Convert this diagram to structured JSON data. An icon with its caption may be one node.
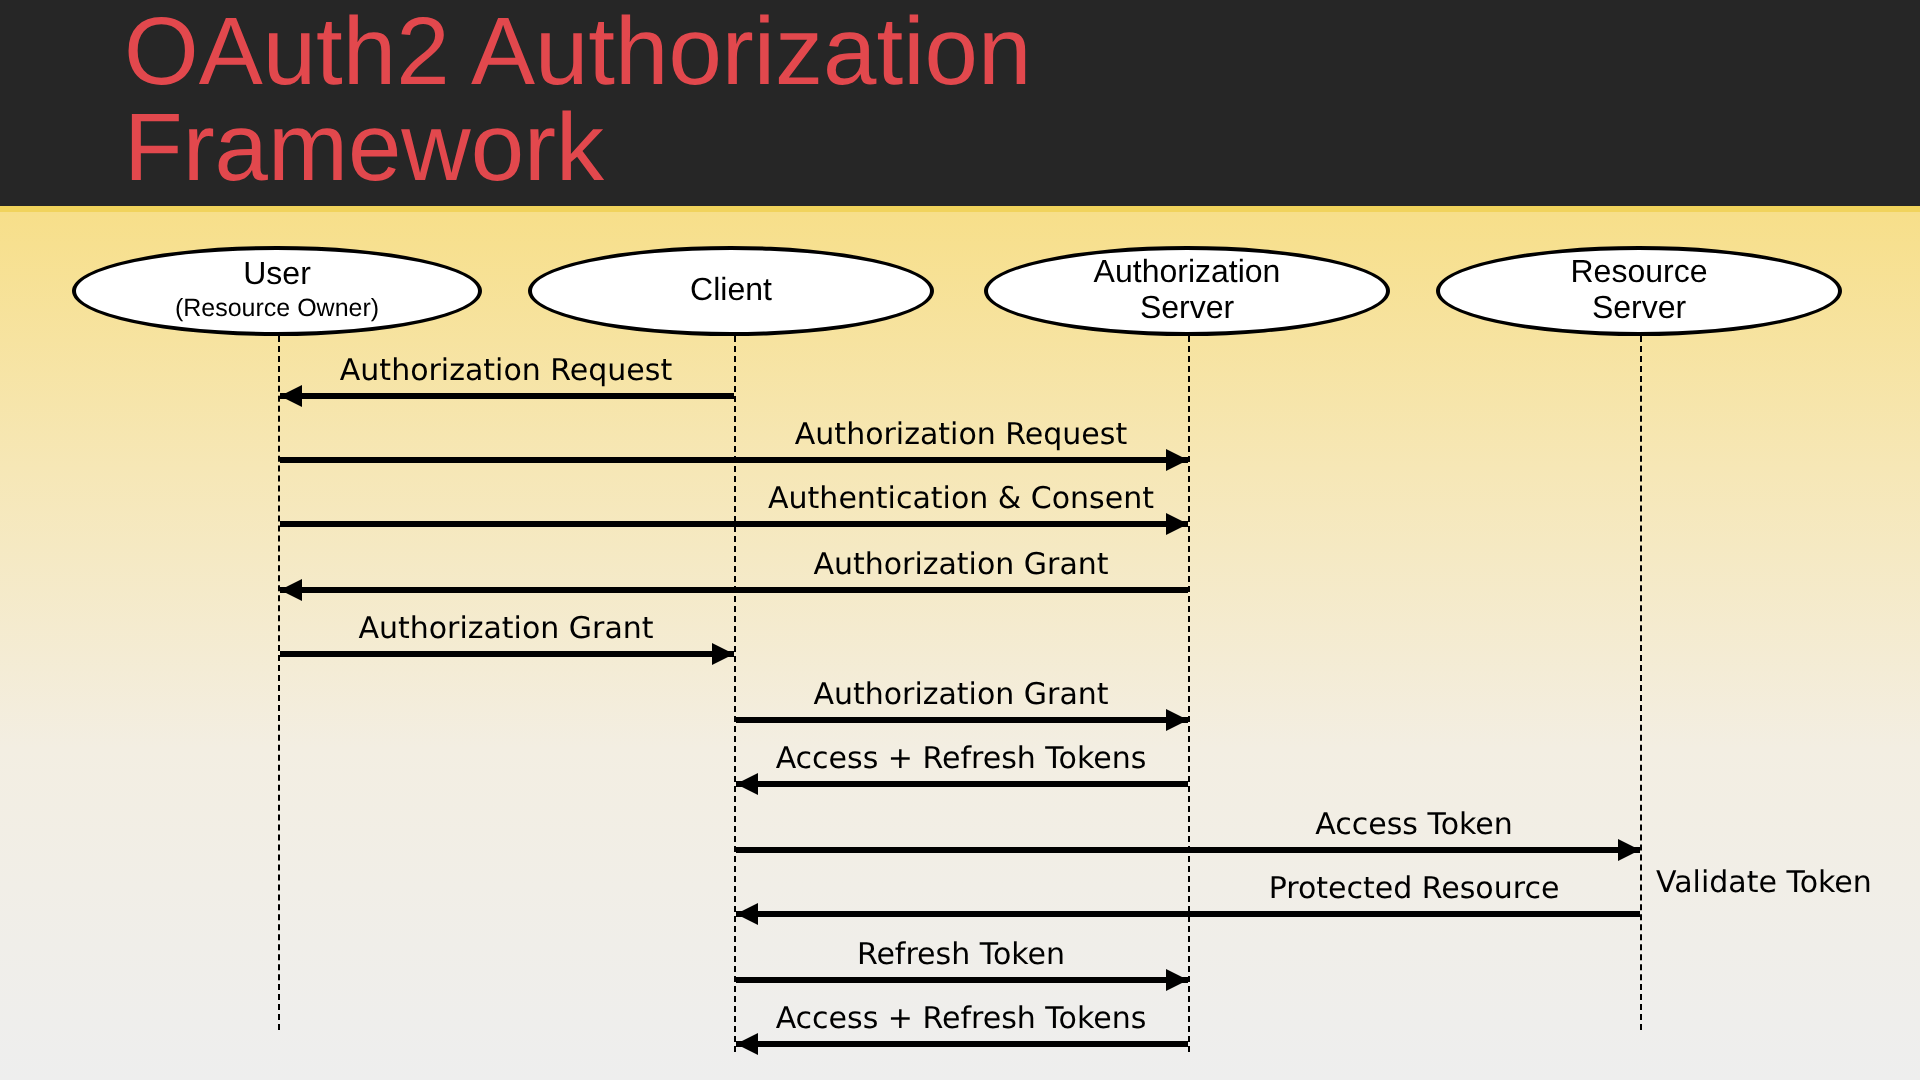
{
  "diagram": {
    "title": "OAuth2 Authorization Framework",
    "nodes": [
      {
        "text": [
          "User",
          "(Resource Owner)"
        ]
      },
      {
        "text": [
          "Client"
        ]
      },
      {
        "text": [
          "Authorization Server"
        ]
      },
      {
        "text": [
          "Resource Server"
        ]
      },
      {
        "text": [],
        "shape": "line"
      },
      {
        "text": [],
        "shape": "line"
      },
      {
        "text": [],
        "shape": "line"
      },
      {
        "text": [],
        "shape": "line"
      }
    ],
    "edges": [
      {
        "from": 5,
        "to": 4,
        "arrow": "to",
        "label": "Authorization Request"
      },
      {
        "from": 4,
        "to": 6,
        "arrow": "to",
        "label": "Authorization Request"
      },
      {
        "from": 4,
        "to": 6,
        "arrow": "to",
        "label": "Authentication & Consent"
      },
      {
        "from": 6,
        "to": 4,
        "arrow": "to",
        "label": "Authorization Grant"
      },
      {
        "from": 4,
        "to": 5,
        "arrow": "to",
        "label": "Authorization Grant"
      },
      {
        "from": 5,
        "to": 6,
        "arrow": "to",
        "label": "Authorization Grant"
      },
      {
        "from": 6,
        "to": 5,
        "arrow": "to",
        "label": "Access + Refresh Tokens"
      },
      {
        "from": 5,
        "to": 7,
        "arrow": "to",
        "label": "Access Token"
      },
      {
        "from": 7,
        "to": 5,
        "arrow": "to",
        "label": "Protected Resource"
      },
      {
        "from": 5,
        "to": 6,
        "arrow": "to",
        "label": "Refresh Token"
      },
      {
        "from": 6,
        "to": 5,
        "arrow": "to",
        "label": "Access + Refresh Tokens"
      }
    ],
    "labels": [
      "Validate Token"
    ]
  }
}
